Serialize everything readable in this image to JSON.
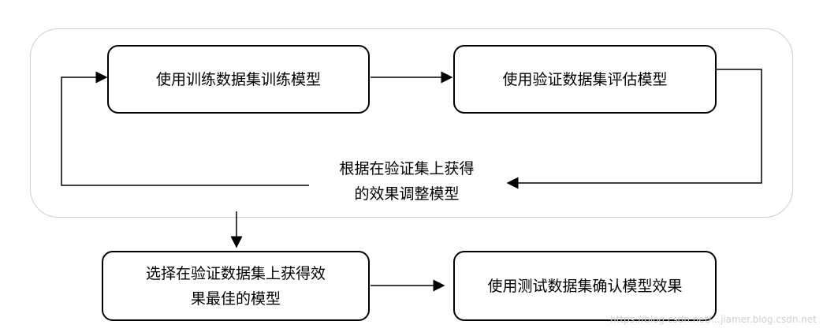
{
  "nodes": {
    "train": "使用训练数据集训练模型",
    "validate": "使用验证数据集评估模型",
    "adjust_line1": "根据在验证集上获得",
    "adjust_line2": "的效果调整模型",
    "select_line1": "选择在验证数据集上获得效",
    "select_line2": "果最佳的模型",
    "test": "使用测试数据集确认模型效果"
  },
  "watermark": "https://blog.csdn.net/...jiamer.blog.csdn.net"
}
